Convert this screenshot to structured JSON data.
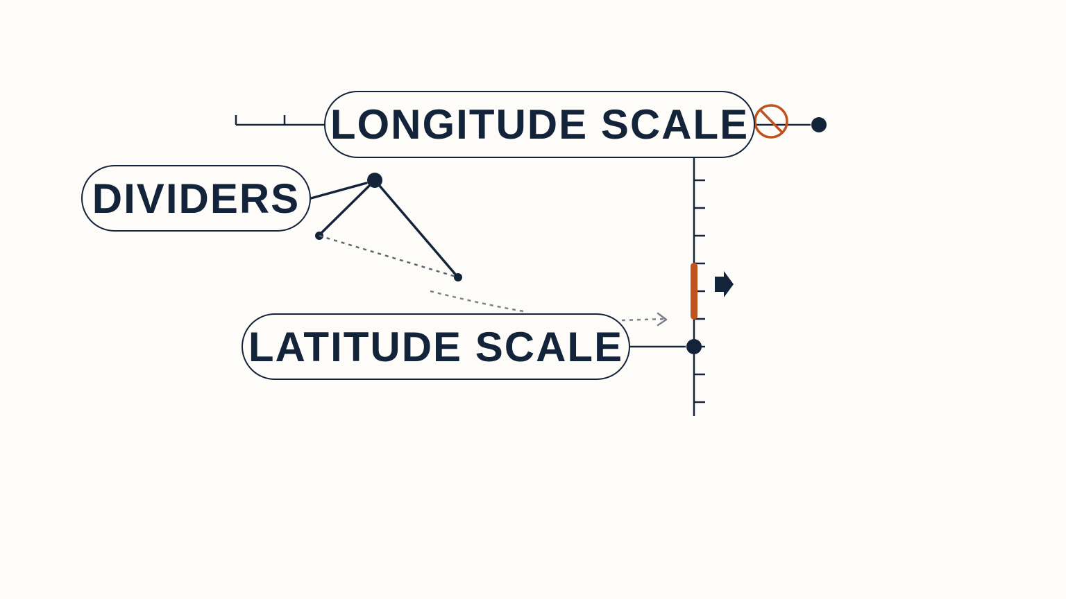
{
  "labels": {
    "longitude_scale": "LONGITUDE SCALE",
    "dividers": "DIVIDERS",
    "latitude_scale": "LATITUDE SCALE"
  },
  "icons": {
    "prohibited": "prohibited-icon",
    "arrow_right": "arrow-right-icon"
  },
  "colors": {
    "background": "#fdfcf8",
    "ink": "#13233a",
    "accent": "#c0521e",
    "muted": "#7a808a"
  }
}
